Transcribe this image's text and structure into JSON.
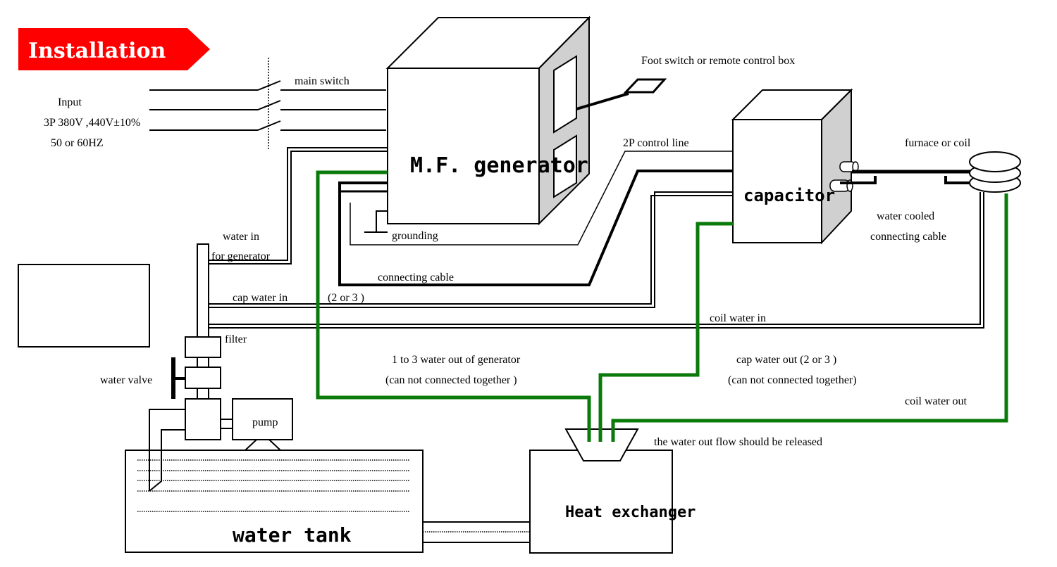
{
  "title": {
    "text": "Installation",
    "background_color": "#ff0000",
    "text_color": "#ffffff"
  },
  "colors": {
    "line": "#000000",
    "water_out_pipe": "#0a7a0a",
    "side_panel": "#d0d0d0"
  },
  "power_input": {
    "label_input": "Input",
    "label_voltage": "3P 380V ,440V±10%",
    "label_frequency": "50 or 60HZ",
    "main_switch": "main switch"
  },
  "components": {
    "generator": "M.F. generator",
    "capacitor": "capacitor",
    "foot_switch": "Foot switch or remote control box",
    "coil": "furnace or coil",
    "water_tank": "water tank",
    "heat_exchanger": "Heat exchanger",
    "pump": "pump",
    "filter": "filter",
    "water_valve": "water valve"
  },
  "labels": {
    "control_line": "2P control line",
    "grounding": "grounding",
    "connecting_cable": "connecting cable",
    "water_cooled_1": "water cooled",
    "water_cooled_2": "connecting cable",
    "water_in_1": "water in",
    "water_in_2": "for generator",
    "cap_water_in": "cap water in",
    "cap_water_in_count": "(2 or 3 )",
    "coil_water_in": "coil water in",
    "gen_water_out_1": "1 to 3 water out of generator",
    "gen_water_out_2": "(can not connected together )",
    "cap_water_out_1": "cap water out (2 or 3 )",
    "cap_water_out_2": "(can not connected together)",
    "coil_water_out": "coil water out",
    "release_note": "the water out flow should be released"
  }
}
